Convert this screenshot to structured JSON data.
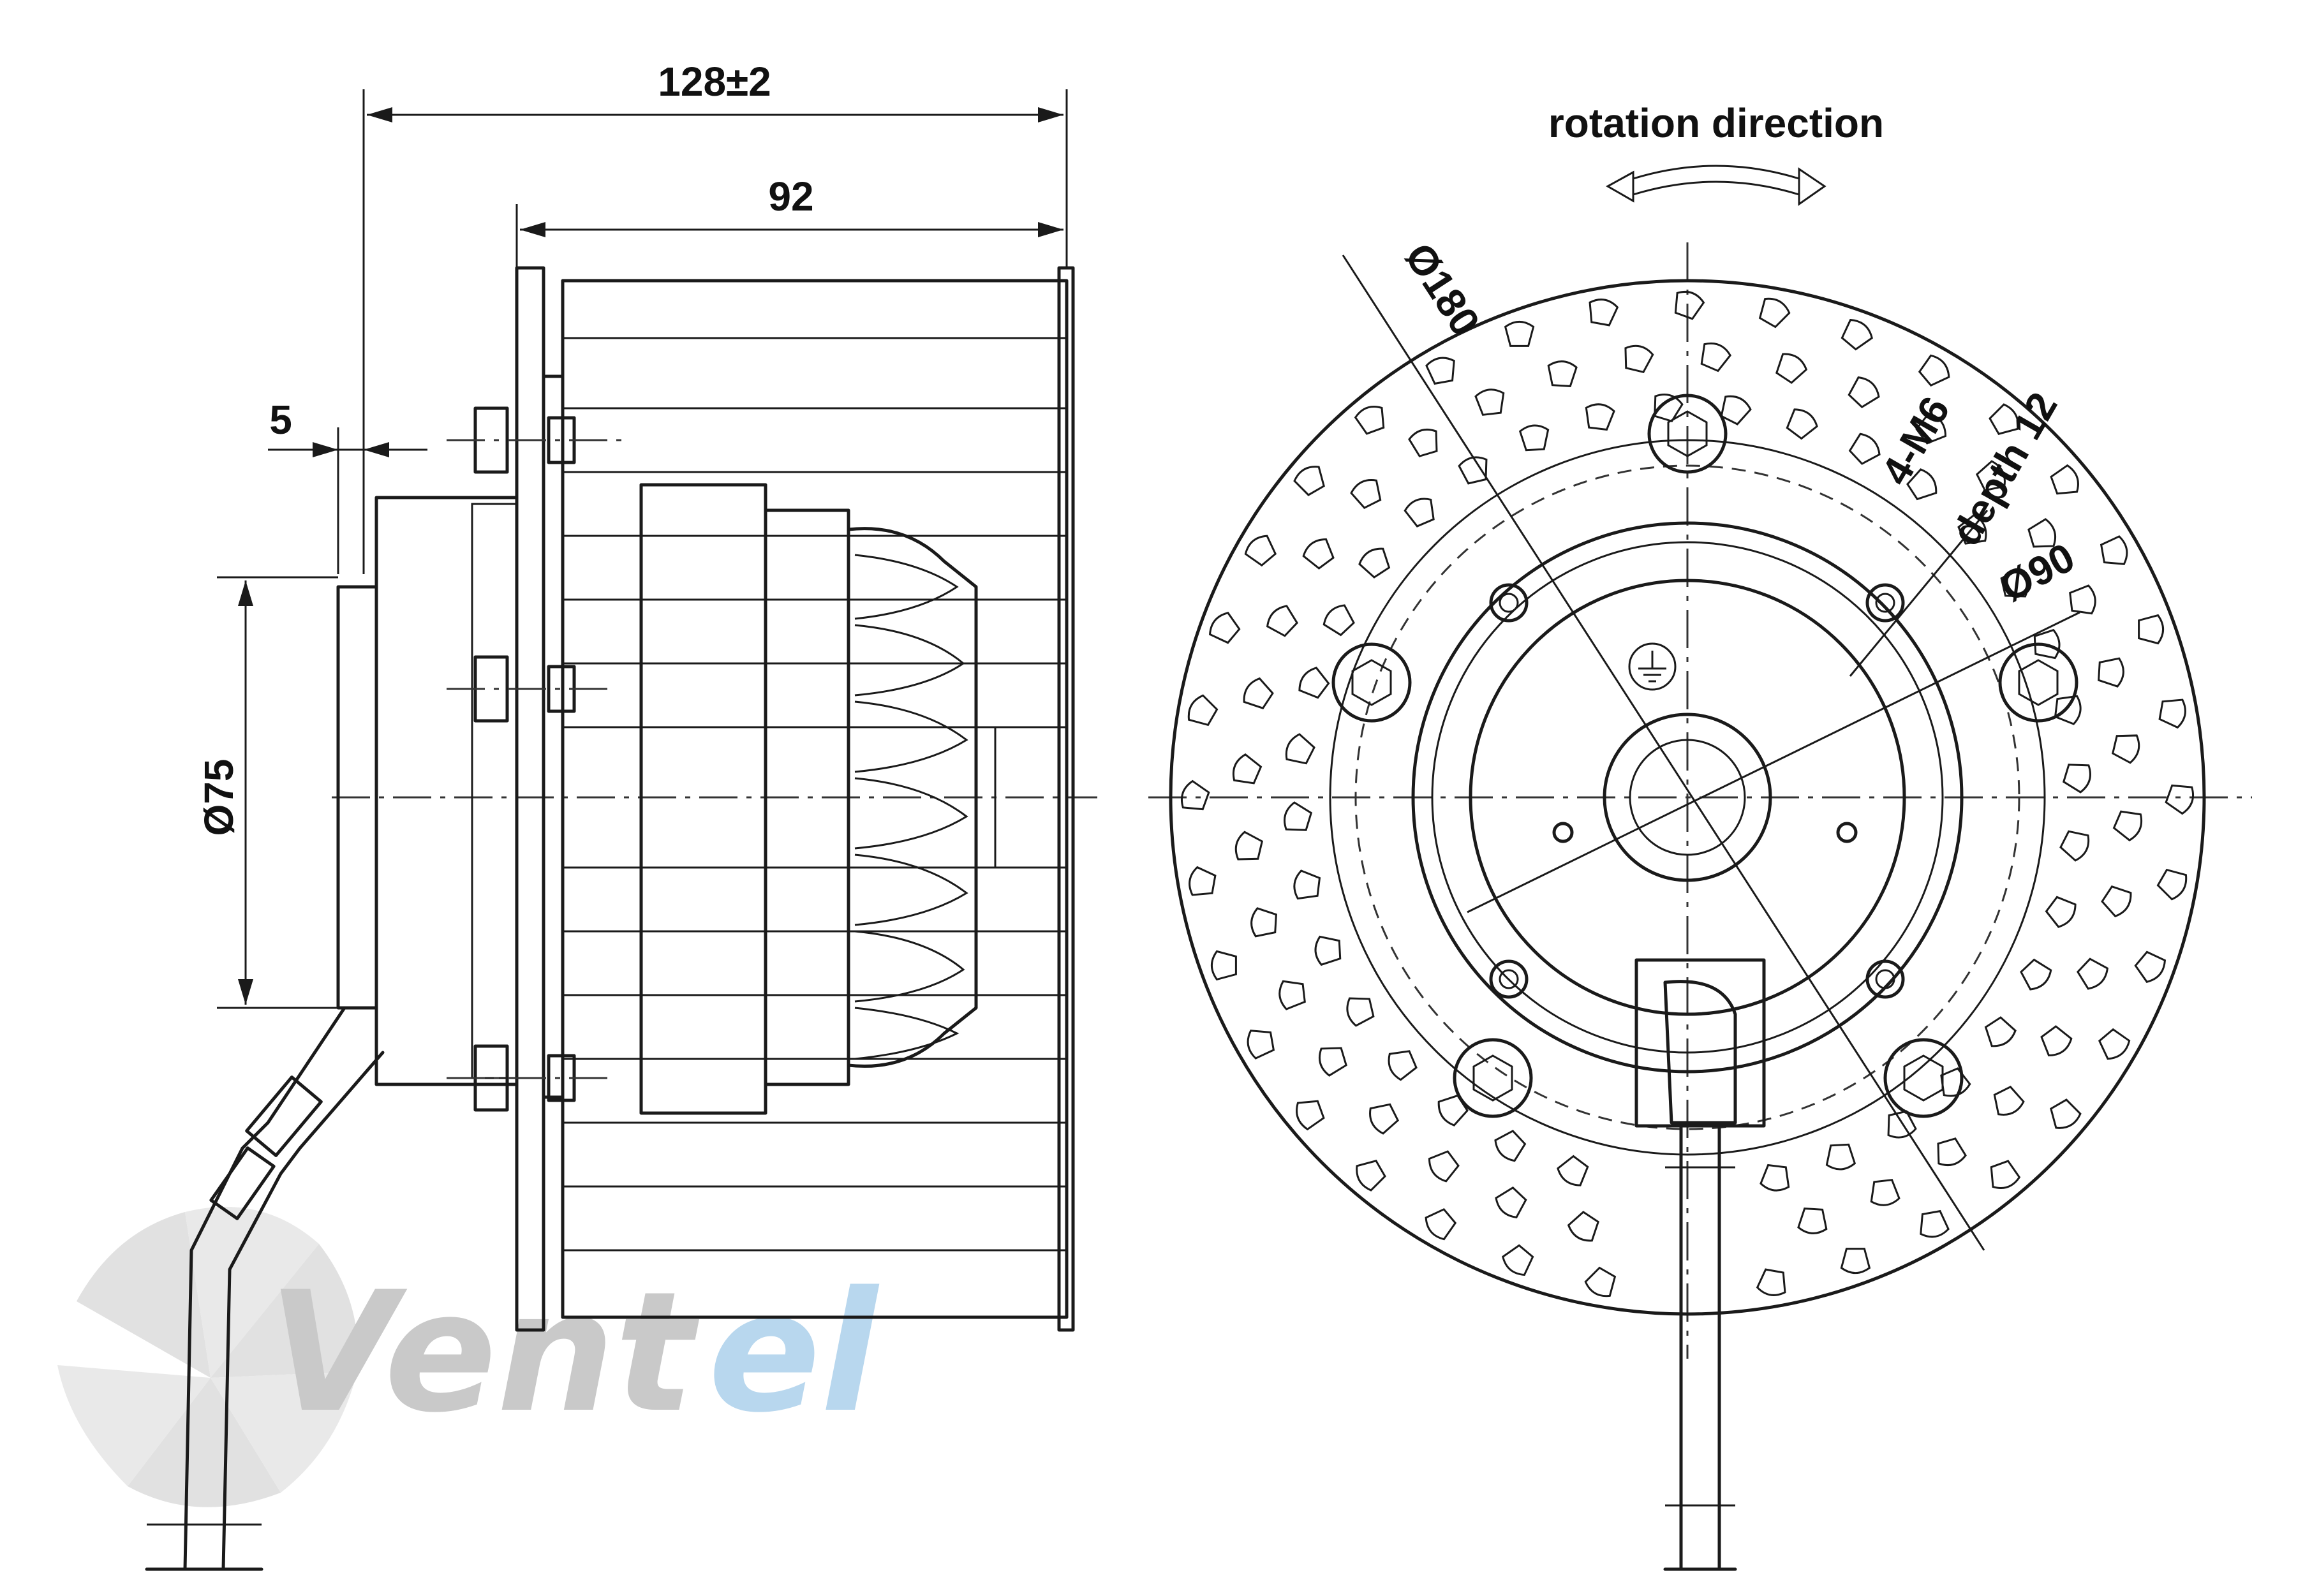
{
  "drawing": {
    "dimensions": {
      "overall_length": "128±2",
      "wheel_length": "92",
      "flange_offset": "5",
      "motor_diameter": "Ø75",
      "impeller_diameter": "Ø180",
      "bolt_circle_diameter": "Ø90",
      "thread": "4-M6",
      "thread_depth": "depth 12"
    },
    "rotation_label": "rotation direction",
    "watermark": {
      "text_gray": "Vent",
      "text_blue": "el",
      "gray_color": "#c9c9c9",
      "blue_color": "#b8d7ee"
    },
    "line_color": "#1a1a1a"
  }
}
